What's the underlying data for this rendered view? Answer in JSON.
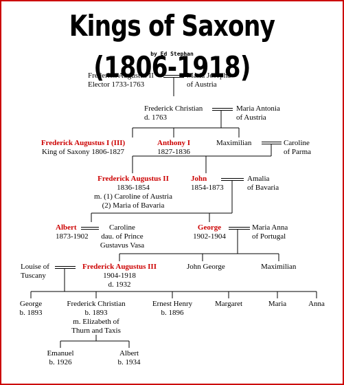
{
  "title": "Kings of Saxony (1806-1918)",
  "byline": "by Ed Stephan",
  "colors": {
    "king": "#cc0000",
    "border": "#cc0000",
    "text": "#000000"
  },
  "people": {
    "fa2": {
      "name": "Frederick Augustus II",
      "sub": [
        "Elector 1733-1763"
      ]
    },
    "mj": {
      "name": "Maria Josepha",
      "sub": [
        "of Austria"
      ]
    },
    "fc": {
      "name": "Frederick Christian",
      "sub": [
        "d. 1763"
      ]
    },
    "ma": {
      "name": "Maria Antonia",
      "sub": [
        "of Austria"
      ]
    },
    "fa1": {
      "name": "Frederick Augustus I (III)",
      "sub": [
        "King of Saxony 1806-1827"
      ]
    },
    "anthony": {
      "name": "Anthony I",
      "sub": [
        "1827-1836"
      ]
    },
    "maximilian": {
      "name": "Maximilian",
      "sub": []
    },
    "caroline_parma": {
      "name": "Caroline",
      "sub": [
        "of Parma"
      ]
    },
    "fa2k": {
      "name": "Frederick Augustus II",
      "sub": [
        "1836-1854",
        "m. (1) Caroline of Austria",
        "(2) Maria of Bavaria"
      ]
    },
    "john": {
      "name": "John",
      "sub": [
        "1854-1873"
      ]
    },
    "amalia": {
      "name": "Amalia",
      "sub": [
        "of Bavaria"
      ]
    },
    "albert": {
      "name": "Albert",
      "sub": [
        "1873-1902"
      ]
    },
    "caroline_vasa": {
      "name": "Caroline",
      "sub": [
        "dau. of Prince",
        "Gustavus Vasa"
      ]
    },
    "george": {
      "name": "George",
      "sub": [
        "1902-1904"
      ]
    },
    "maria_anna": {
      "name": "Maria Anna",
      "sub": [
        "of Portugal"
      ]
    },
    "louise": {
      "name": "Louise of",
      "sub": [
        "Tuscany"
      ]
    },
    "fa3": {
      "name": "Frederick Augustus III",
      "sub": [
        "1904-1918",
        "d. 1932"
      ]
    },
    "john_george": {
      "name": "John George",
      "sub": []
    },
    "maximilian2": {
      "name": "Maximilian",
      "sub": []
    },
    "george2": {
      "name": "George",
      "sub": [
        "b. 1893"
      ]
    },
    "fc2": {
      "name": "Frederick Christian",
      "sub": [
        "b. 1893",
        "m. Elizabeth of",
        "Thurn and Taxis"
      ]
    },
    "ernest": {
      "name": "Ernest Henry",
      "sub": [
        "b. 1896"
      ]
    },
    "margaret": {
      "name": "Margaret",
      "sub": []
    },
    "maria": {
      "name": "Maria",
      "sub": []
    },
    "anna": {
      "name": "Anna",
      "sub": []
    },
    "emanuel": {
      "name": "Emanuel",
      "sub": [
        "b. 1926"
      ]
    },
    "albert2": {
      "name": "Albert",
      "sub": [
        "b. 1934"
      ]
    }
  },
  "kings": [
    "fa1",
    "anthony",
    "fa2k",
    "john",
    "albert",
    "george",
    "fa3"
  ]
}
